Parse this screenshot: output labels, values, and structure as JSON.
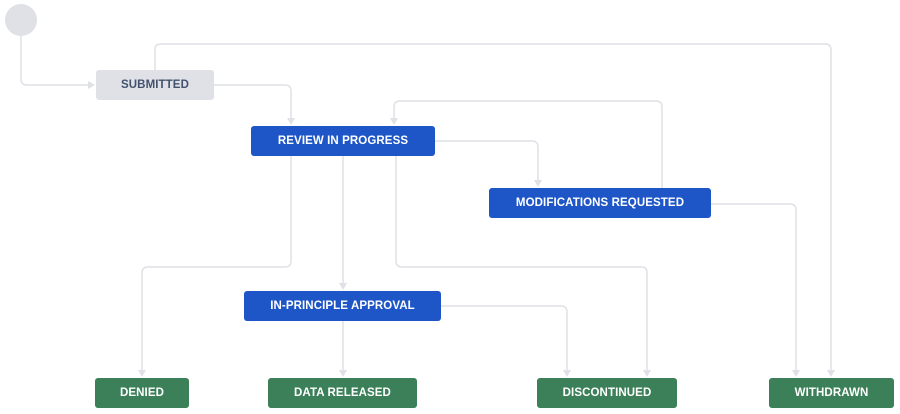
{
  "statuses": {
    "submitted": "SUBMITTED",
    "review_in_progress": "REVIEW IN PROGRESS",
    "modifications_requested": "MODIFICATIONS REQUESTED",
    "in_principle_approval": "IN-PRINCIPLE APPROVAL",
    "denied": "DENIED",
    "data_released": "DATA RELEASED",
    "discontinued": "DISCONTINUED",
    "withdrawn": "WITHDRAWN"
  },
  "colors": {
    "todo": "#dfe1e6",
    "in_progress": "#1e56c8",
    "done": "#3b8058",
    "edge": "#dfe1e6"
  },
  "transitions": [
    {
      "from": "start",
      "to": "submitted"
    },
    {
      "from": "submitted",
      "to": "review_in_progress"
    },
    {
      "from": "submitted",
      "to": "withdrawn"
    },
    {
      "from": "review_in_progress",
      "to": "modifications_requested"
    },
    {
      "from": "modifications_requested",
      "to": "review_in_progress"
    },
    {
      "from": "review_in_progress",
      "to": "denied"
    },
    {
      "from": "review_in_progress",
      "to": "in_principle_approval"
    },
    {
      "from": "review_in_progress",
      "to": "discontinued"
    },
    {
      "from": "modifications_requested",
      "to": "withdrawn"
    },
    {
      "from": "in_principle_approval",
      "to": "data_released"
    },
    {
      "from": "in_principle_approval",
      "to": "discontinued"
    }
  ]
}
